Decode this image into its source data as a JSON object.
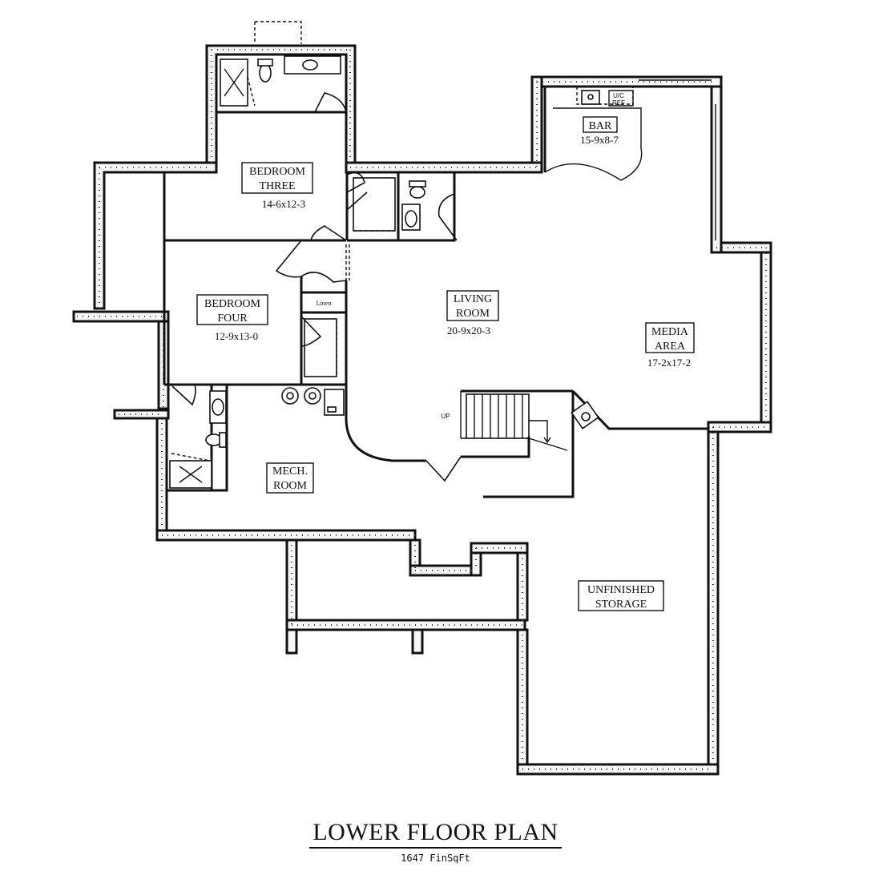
{
  "plan": {
    "title": "LOWER FLOOR PLAN",
    "subtitle": "1647 FinSqFt"
  },
  "rooms": {
    "bedroom_three": {
      "name_line1": "BEDROOM",
      "name_line2": "THREE",
      "dims": "14-6x12-3"
    },
    "bedroom_four": {
      "name_line1": "BEDROOM",
      "name_line2": "FOUR",
      "dims": "12-9x13-0"
    },
    "living_room": {
      "name_line1": "LIVING",
      "name_line2": "ROOM",
      "dims": "20-9x20-3"
    },
    "bar": {
      "name": "BAR",
      "dims": "15-9x8-7"
    },
    "media_area": {
      "name_line1": "MEDIA",
      "name_line2": "AREA",
      "dims": "17-2x17-2"
    },
    "mech_room": {
      "name_line1": "MECH.",
      "name_line2": "ROOM"
    },
    "unfinished_storage": {
      "name_line1": "UNFINISHED",
      "name_line2": "STORAGE"
    }
  },
  "fixtures": {
    "linen": "Linen",
    "stair_up": "UP",
    "bar_uc": "U/C",
    "bar_ref": "REF"
  }
}
